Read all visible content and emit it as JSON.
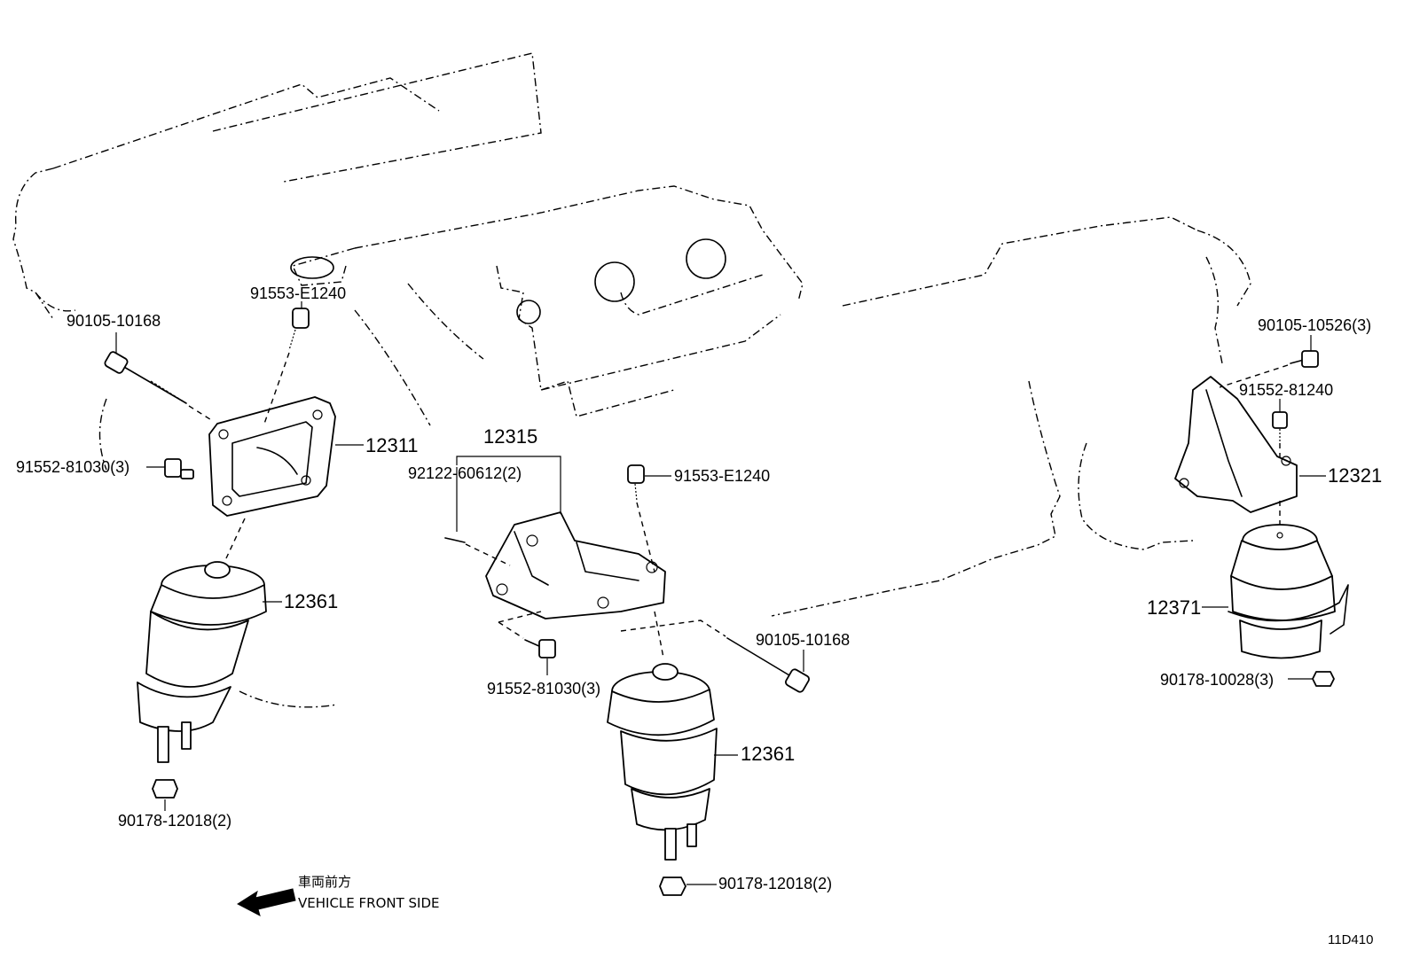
{
  "labels": {
    "p_90105_10168_a": "90105-10168",
    "p_91553_E1240_a": "91553-E1240",
    "p_12311": "12311",
    "p_91552_81030_a": "91552-81030(3)",
    "p_12361_a": "12361",
    "p_90178_12018_a": "90178-12018(2)",
    "p_12315": "12315",
    "p_92122_60612": "92122-60612(2)",
    "p_91553_E1240_b": "91553-E1240",
    "p_91552_81030_b": "91552-81030(3)",
    "p_90105_10168_b": "90105-10168",
    "p_12361_b": "12361",
    "p_90178_12018_b": "90178-12018(2)",
    "p_90105_10526": "90105-10526(3)",
    "p_91552_81240": "91552-81240",
    "p_12321": "12321",
    "p_12371": "12371",
    "p_90178_10028": "90178-10028(3)"
  },
  "front_note": {
    "jp": "車両前方",
    "en": "VEHICLE FRONT SIDE"
  },
  "figure_code": "11D410",
  "icons": [
    "front-arrow-icon"
  ]
}
